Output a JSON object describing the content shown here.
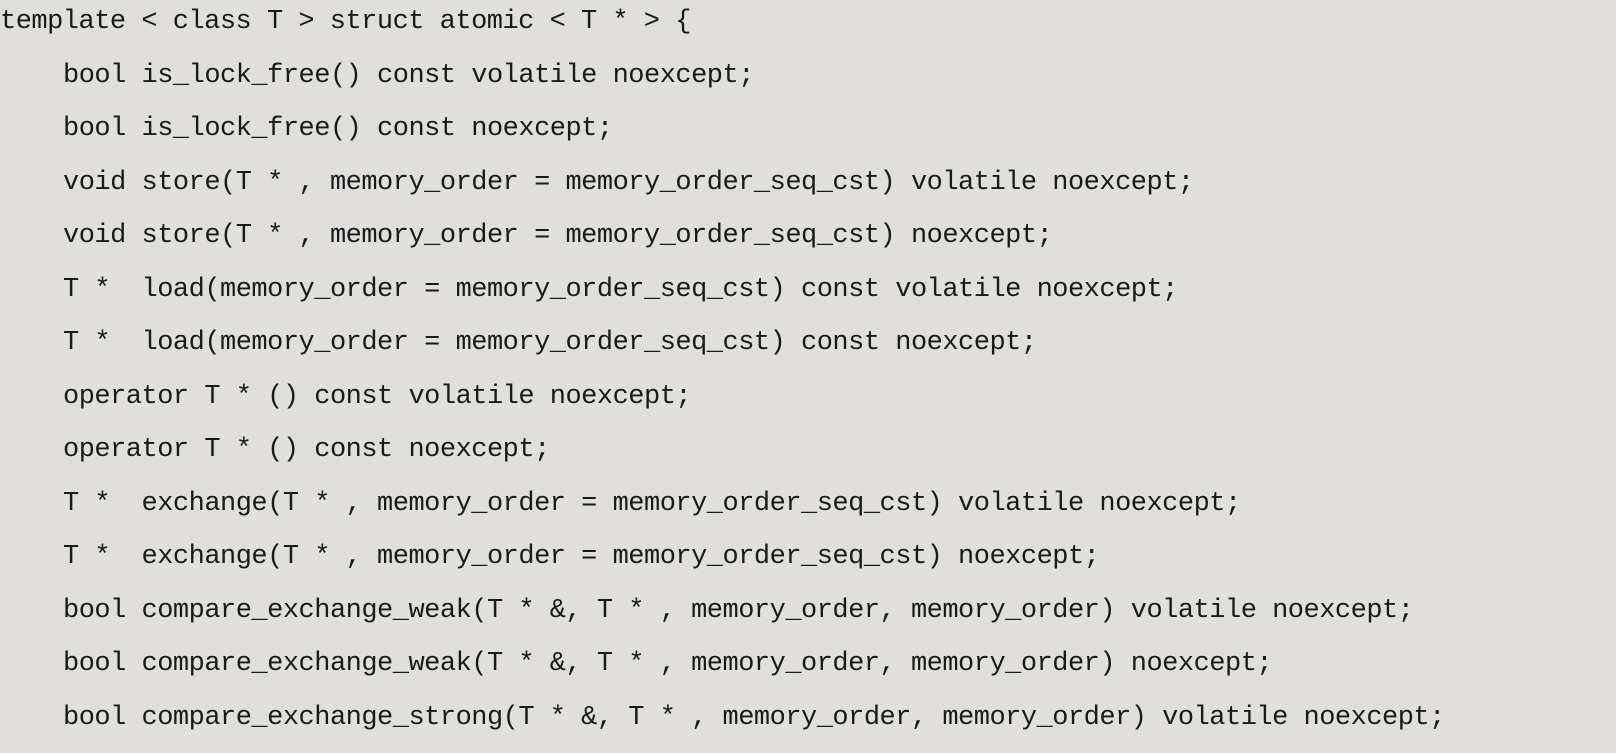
{
  "code": {
    "header": "template < class T > struct atomic < T * > {",
    "lines": [
      "bool is_lock_free() const volatile noexcept;",
      "bool is_lock_free() const noexcept;",
      "void store(T * , memory_order = memory_order_seq_cst) volatile noexcept;",
      "void store(T * , memory_order = memory_order_seq_cst) noexcept;",
      "T *  load(memory_order = memory_order_seq_cst) const volatile noexcept;",
      "T *  load(memory_order = memory_order_seq_cst) const noexcept;",
      "operator T * () const volatile noexcept;",
      "operator T * () const noexcept;",
      "T *  exchange(T * , memory_order = memory_order_seq_cst) volatile noexcept;",
      "T *  exchange(T * , memory_order = memory_order_seq_cst) noexcept;",
      "bool compare_exchange_weak(T * &, T * , memory_order, memory_order) volatile noexcept;",
      "bool compare_exchange_weak(T * &, T * , memory_order, memory_order) noexcept;",
      "bool compare_exchange_strong(T * &, T * , memory_order, memory_order) volatile noexcept;"
    ]
  }
}
